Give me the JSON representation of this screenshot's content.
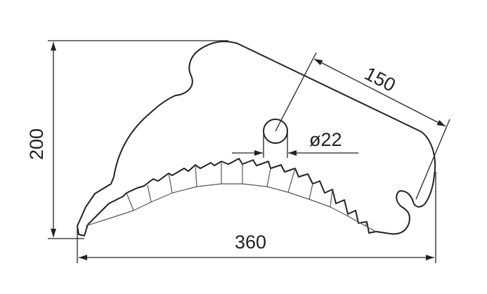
{
  "dimensions": {
    "height": "200",
    "width": "360",
    "hole_spacing": "150",
    "hole_diameter": "ø22"
  }
}
